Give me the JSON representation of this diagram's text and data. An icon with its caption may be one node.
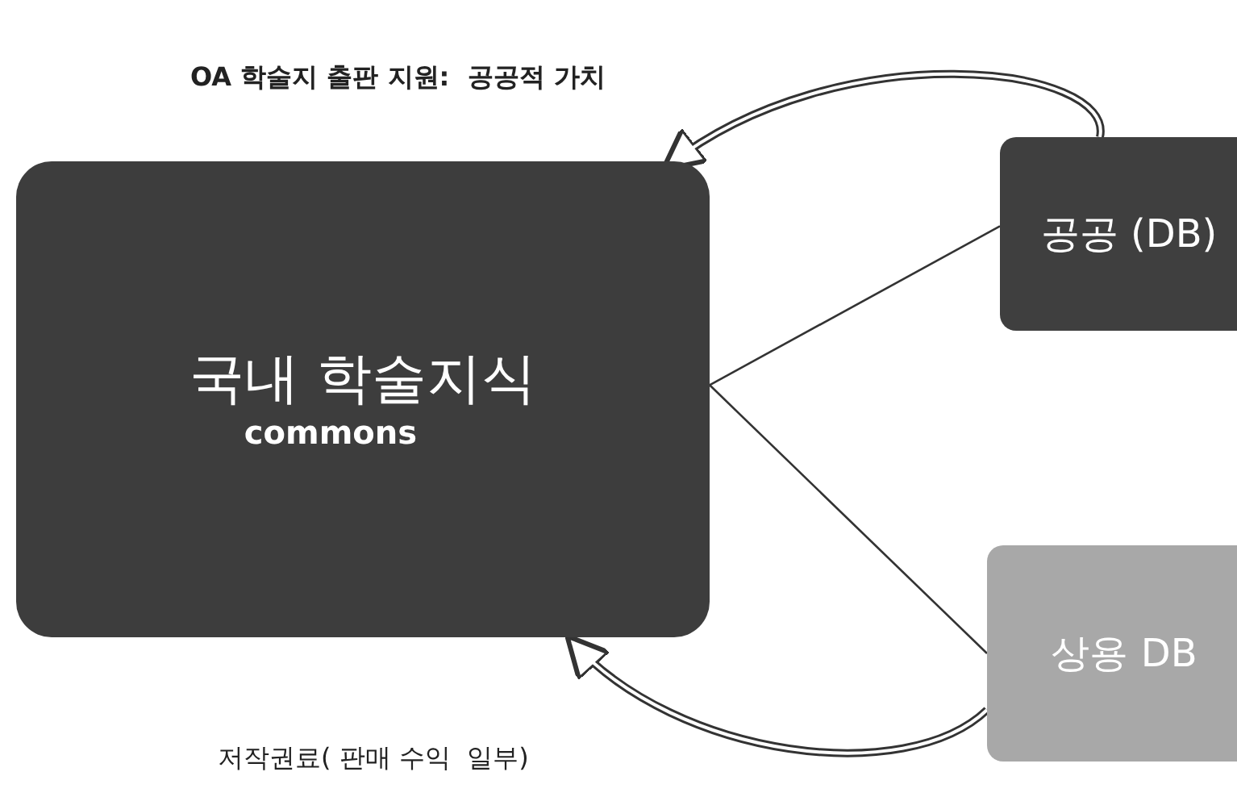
{
  "diagram": {
    "nodes": [
      {
        "text": [
          "국내 학술지식",
          "commons"
        ]
      },
      {
        "text": [
          "공공 (DB)"
        ]
      },
      {
        "text": [
          "상용 DB"
        ]
      }
    ],
    "edges": [
      {
        "from": 0,
        "to": 1,
        "arrow": "none"
      },
      {
        "from": 0,
        "to": 2,
        "arrow": "none"
      },
      {
        "from": 1,
        "to": 0,
        "arrow": "to",
        "label": "OA 학술지 출판 지원:  공공적 가치",
        "style": "thick"
      },
      {
        "from": 2,
        "to": 0,
        "arrow": "to",
        "label": "저작권료( 판매 수익  일부)",
        "style": "thick"
      }
    ]
  }
}
